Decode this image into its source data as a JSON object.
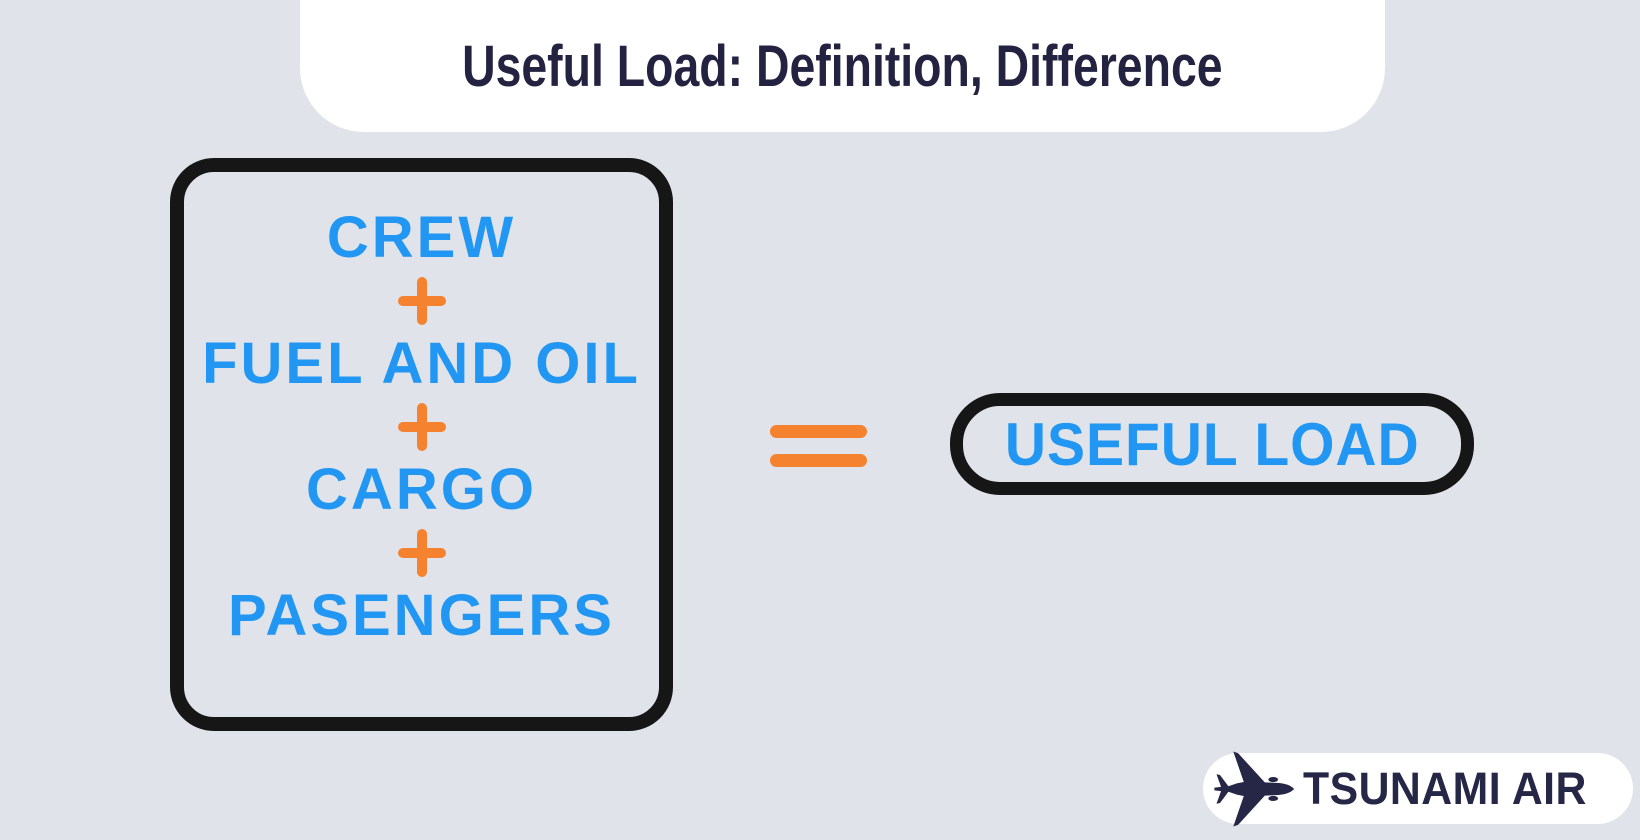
{
  "canvas": {
    "background": "#e0e3e9"
  },
  "header": {
    "title": "Useful Load: Definition, Difference",
    "title_color": "#232240",
    "banner_bg": "#ffffff"
  },
  "formula": {
    "terms": [
      "CREW",
      "FUEL AND OIL",
      "CARGO",
      "PASENGERS"
    ],
    "operator_icon": "plus-icon",
    "equals_icon": "equals-icon",
    "result": "USEFUL LOAD",
    "term_color": "#2196f3",
    "operator_color": "#f5822f",
    "box_border_color": "#161616"
  },
  "logo": {
    "brand": "TSUNAMI AIR",
    "icon": "airplane-icon",
    "brand_color": "#262647",
    "pill_bg": "#ffffff"
  }
}
